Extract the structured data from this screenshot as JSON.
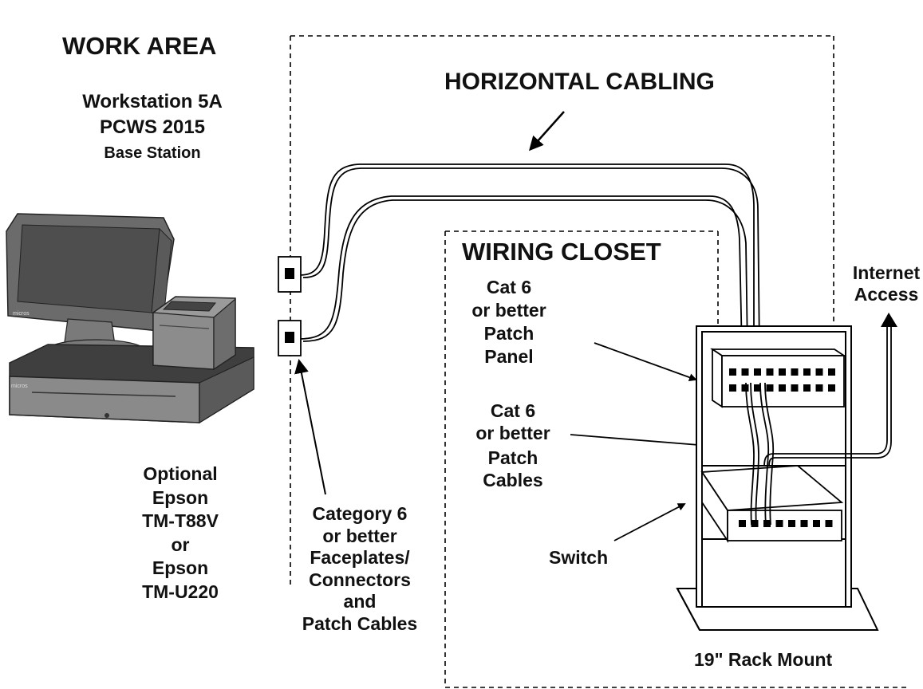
{
  "work_area": {
    "title": "WORK AREA",
    "workstation": [
      "Workstation 5A",
      "PCWS 2015",
      "Base Station"
    ],
    "workstation_icon": "pos-terminal-icon",
    "printer_icon": "receipt-printer-icon",
    "cash_drawer_icon": "cash-drawer-icon",
    "brand_text": "micros",
    "printer_options": [
      "Optional",
      "Epson",
      "TM-T88V",
      "or",
      "Epson",
      "TM-U220"
    ]
  },
  "horizontal_cabling": {
    "title": "HORIZONTAL CABLING"
  },
  "faceplates": {
    "lines": [
      "Category 6",
      "or better",
      "Faceplates/",
      "Connectors",
      "and",
      "Patch Cables"
    ]
  },
  "wiring_closet": {
    "title": "WIRING CLOSET",
    "patch_panel": [
      "Cat 6",
      "or better",
      "Patch",
      "Panel"
    ],
    "patch_cables": [
      "Cat 6",
      "or better",
      "Patch",
      "Cables"
    ],
    "switch": "Switch",
    "rack": "19\" Rack Mount",
    "internet": [
      "Internet",
      "Access"
    ]
  },
  "colors": {
    "line": "#000000",
    "terminal": "#6b6b6b",
    "screen": "#4e4e4e",
    "drawer": "#3f3f3f",
    "drawer_front": "#8a8a8a"
  }
}
